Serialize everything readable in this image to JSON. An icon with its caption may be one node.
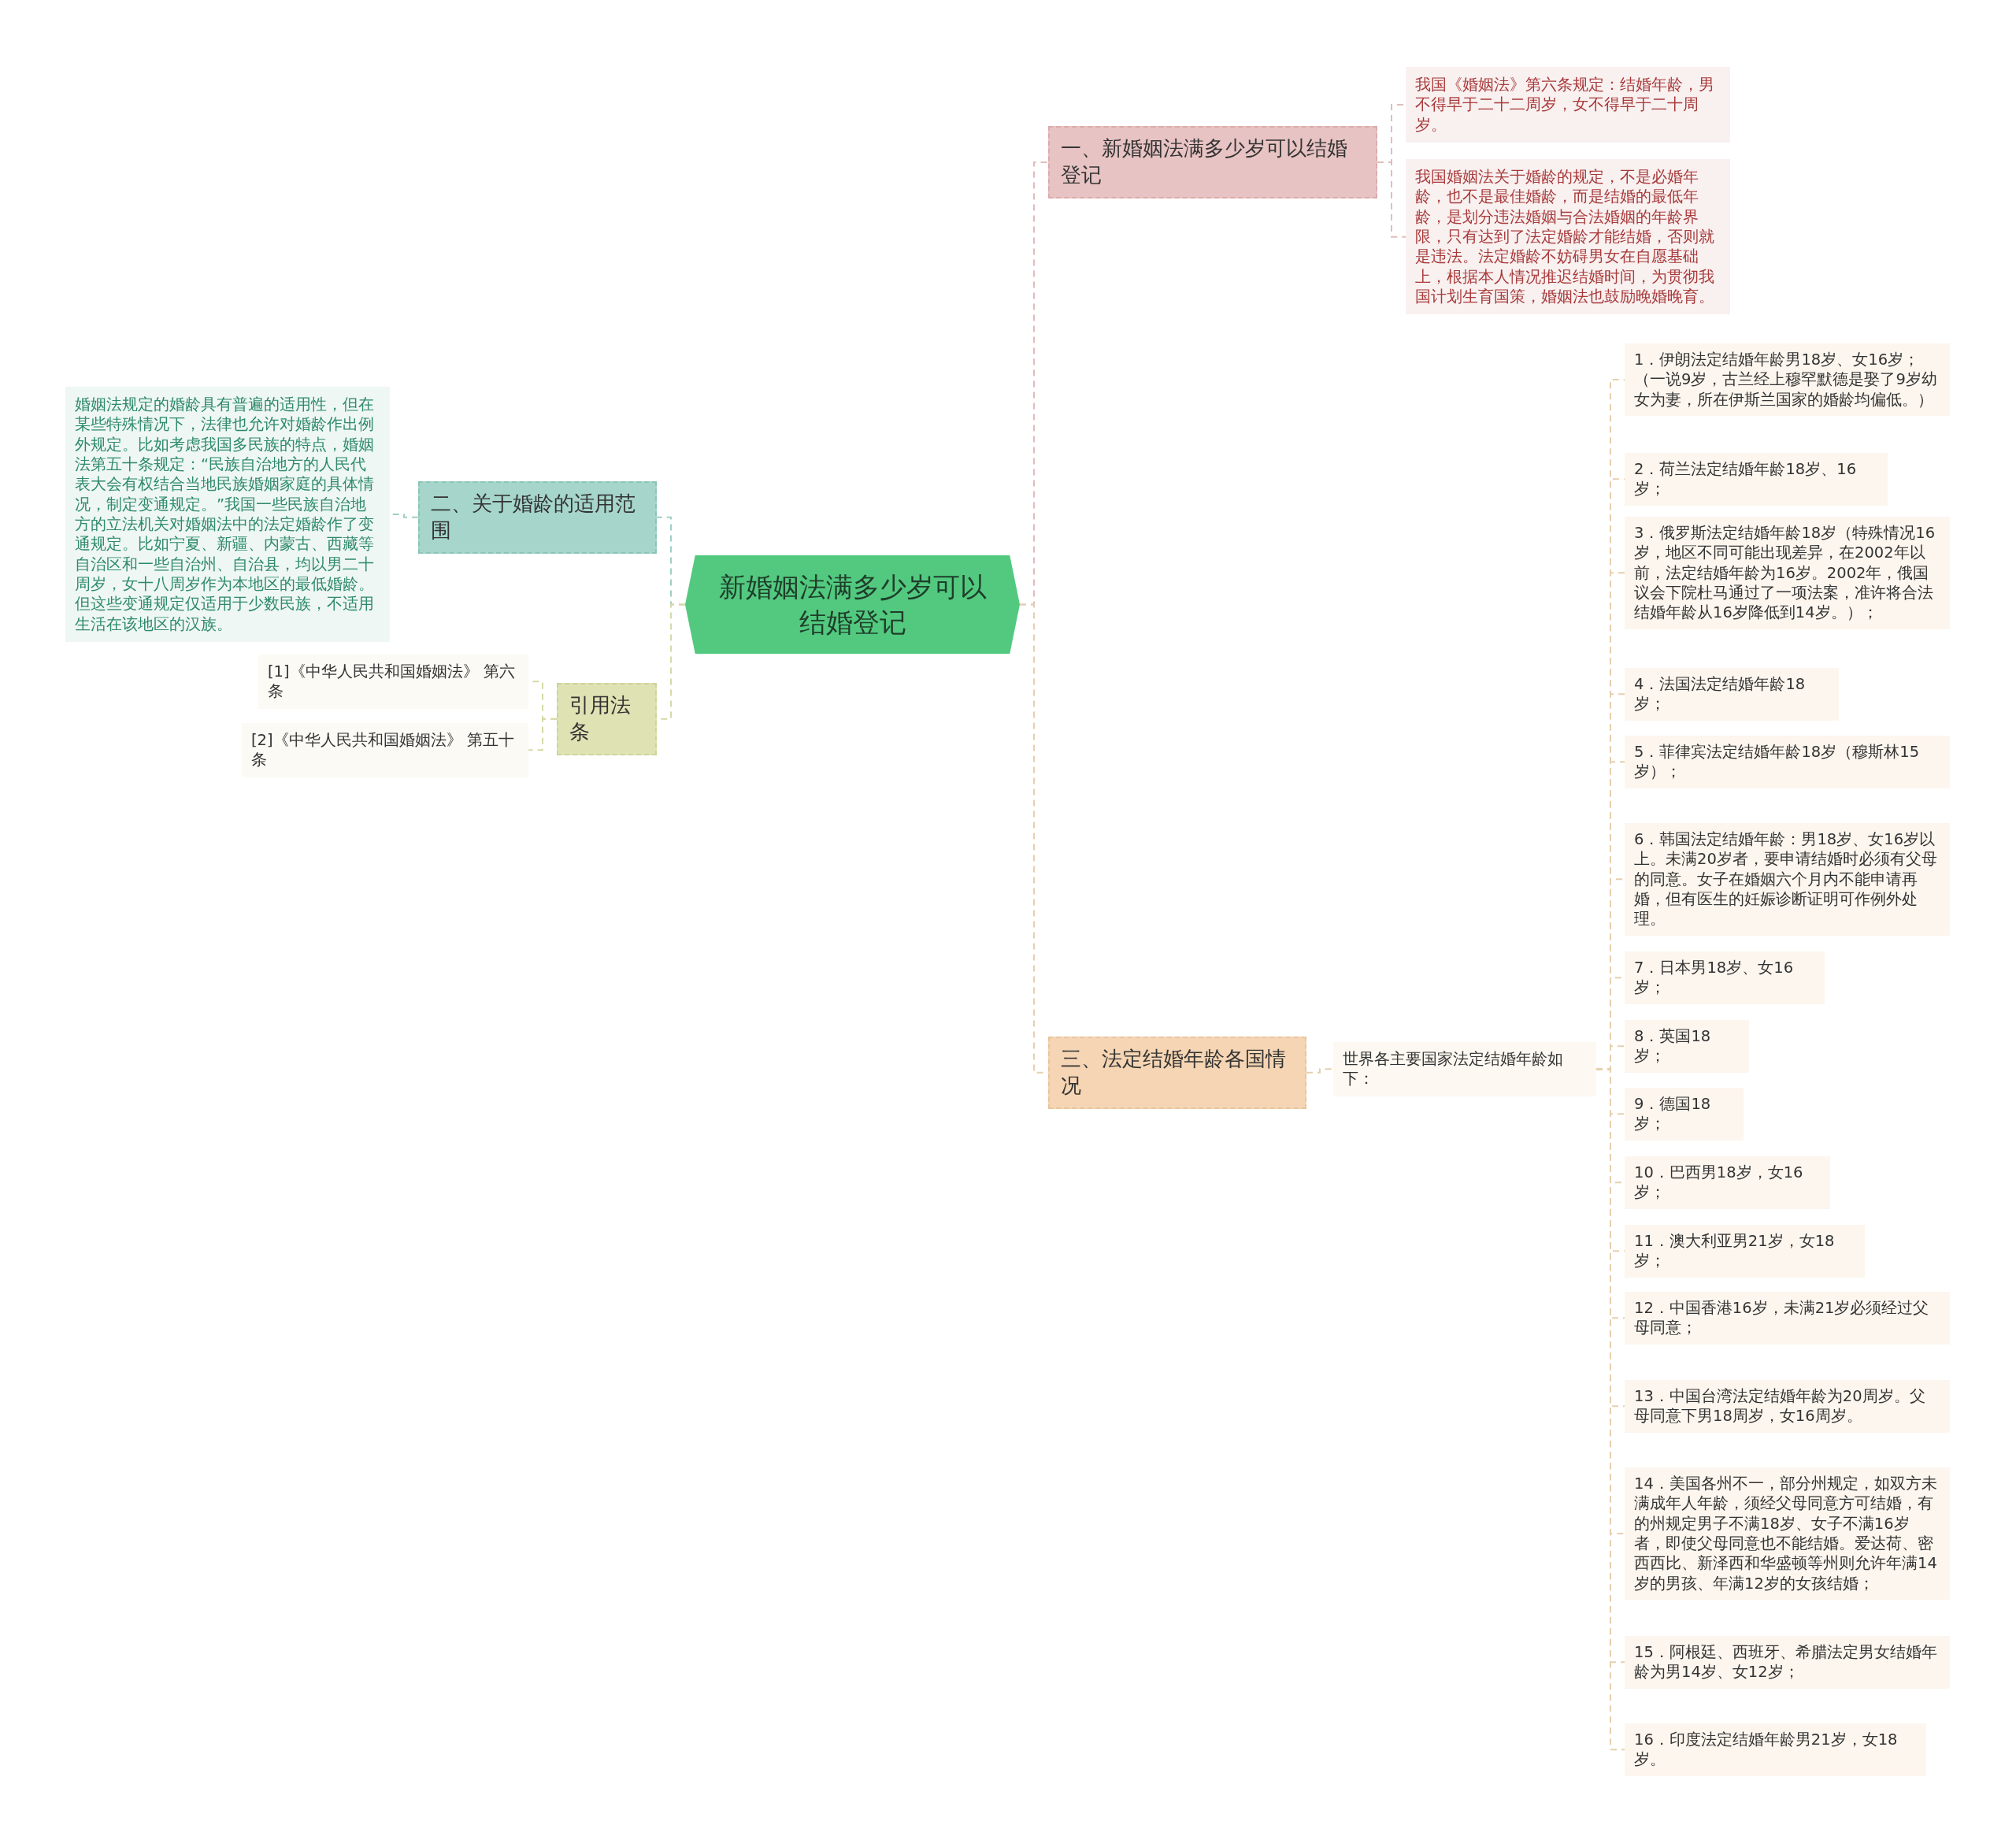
{
  "diagram": {
    "nodes": [
      {
        "text": [
          "新婚姻法满多少岁可以结婚登记"
        ]
      },
      {
        "text": [
          "一、新婚姻法满多少岁可以结婚登记"
        ]
      },
      {
        "text": [
          "我国《婚姻法》第六条规定：结婚年龄，男不得早于二十二周岁，女不得早于二十周岁。"
        ]
      },
      {
        "text": [
          "我国婚姻法关于婚龄的规定，不是必婚年龄，也不是最佳婚龄，而是结婚的最低年龄，是划分违法婚姻与合法婚姻的年龄界限，只有达到了法定婚龄才能结婚，否则就是违法。法定婚龄不妨碍男女在自愿基础上，根据本人情况推迟结婚时间，为贯彻我国计划生育国策，婚姻法也鼓励晚婚晚育。"
        ]
      },
      {
        "text": [
          "二、关于婚龄的适用范围"
        ]
      },
      {
        "text": [
          "婚姻法规定的婚龄具有普遍的适用性，但在某些特殊情况下，法律也允许对婚龄作出例外规定。比如考虑我国多民族的特点，婚姻法第五十条规定：“民族自治地方的人民代表大会有权结合当地民族婚姻家庭的具体情况，制定变通规定。”我国一些民族自治地方的立法机关对婚姻法中的法定婚龄作了变通规定。比如宁夏、新疆、内蒙古、西藏等自治区和一些自治州、自治县，均以男二十周岁，女十八周岁作为本地区的最低婚龄。但这些变通规定仅适用于少数民族，不适用生活在该地区的汉族。"
        ]
      },
      {
        "text": [
          "引用法条"
        ]
      },
      {
        "text": [
          "[1]《中华人民共和国婚姻法》 第六条"
        ]
      },
      {
        "text": [
          "[2]《中华人民共和国婚姻法》 第五十条"
        ]
      },
      {
        "text": [
          "三、法定结婚年龄各国情况"
        ]
      },
      {
        "text": [
          "世界各主要国家法定结婚年龄如下："
        ]
      },
      {
        "text": [
          "1．伊朗法定结婚年龄男18岁、女16岁；（一说9岁，古兰经上穆罕默德是娶了9岁幼女为妻，所在伊斯兰国家的婚龄均偏低。）"
        ]
      },
      {
        "text": [
          "2．荷兰法定结婚年龄18岁、16岁；"
        ]
      },
      {
        "text": [
          "3．俄罗斯法定结婚年龄18岁（特殊情况16岁，地区不同可能出现差异，在2002年以前，法定结婚年龄为16岁。2002年，俄国议会下院杜马通过了一项法案，准许将合法结婚年龄从16岁降低到14岁。）；"
        ]
      },
      {
        "text": [
          "4．法国法定结婚年龄18岁；"
        ]
      },
      {
        "text": [
          "5．菲律宾法定结婚年龄18岁（穆斯林15岁）；"
        ]
      },
      {
        "text": [
          "6．韩国法定结婚年龄：男18岁、女16岁以上。未满20岁者，要申请结婚时必须有父母的同意。女子在婚姻六个月内不能申请再婚，但有医生的妊娠诊断证明可作例外处理。"
        ]
      },
      {
        "text": [
          "7．日本男18岁、女16岁；"
        ]
      },
      {
        "text": [
          "8．英国18岁；"
        ]
      },
      {
        "text": [
          "9．德国18岁；"
        ]
      },
      {
        "text": [
          "10．巴西男18岁，女16岁；"
        ]
      },
      {
        "text": [
          "11．澳大利亚男21岁，女18岁；"
        ]
      },
      {
        "text": [
          "12．中国香港16岁，未满21岁必须经过父母同意；"
        ]
      },
      {
        "text": [
          "13．中国台湾法定结婚年龄为20周岁。父母同意下男18周岁，女16周岁。"
        ]
      },
      {
        "text": [
          "14．美国各州不一，部分州规定，如双方未满成年人年龄，须经父母同意方可结婚，有的州规定男子不满18岁、女子不满16岁者，即使父母同意也不能结婚。爱达荷、密西西比、新泽西和华盛顿等州则允许年满14岁的男孩、年满12岁的女孩结婚；"
        ]
      },
      {
        "text": [
          "15．阿根廷、西班牙、希腊法定男女结婚年龄为男14岁、女12岁；"
        ]
      },
      {
        "text": [
          "16．印度法定结婚年龄男21岁，女18岁。"
        ]
      }
    ],
    "edges": [
      {
        "from": 0,
        "to": 1,
        "arrow": "none",
        "style": "dashed",
        "color": "#e2bcbc"
      },
      {
        "from": 1,
        "to": 2,
        "arrow": "none",
        "style": "dashed",
        "color": "#e2bcbc"
      },
      {
        "from": 1,
        "to": 3,
        "arrow": "none",
        "style": "dashed",
        "color": "#e2bcbc"
      },
      {
        "from": 0,
        "to": 4,
        "arrow": "none",
        "style": "dashed",
        "color": "#9fd0c4"
      },
      {
        "from": 4,
        "to": 5,
        "arrow": "none",
        "style": "dashed",
        "color": "#9fd0c4"
      },
      {
        "from": 0,
        "to": 6,
        "arrow": "none",
        "style": "dashed",
        "color": "#d6d9a8"
      },
      {
        "from": 6,
        "to": 7,
        "arrow": "none",
        "style": "dashed",
        "color": "#d6d9a8"
      },
      {
        "from": 6,
        "to": 8,
        "arrow": "none",
        "style": "dashed",
        "color": "#d6d9a8"
      },
      {
        "from": 0,
        "to": 9,
        "arrow": "none",
        "style": "dashed"
      },
      {
        "from": 9,
        "to": 10,
        "arrow": "none",
        "style": "dashed"
      },
      {
        "from": 10,
        "to": 11,
        "arrow": "none",
        "style": "dashed"
      },
      {
        "from": 10,
        "to": 12,
        "arrow": "none",
        "style": "dashed"
      },
      {
        "from": 10,
        "to": 13,
        "arrow": "none",
        "style": "dashed"
      },
      {
        "from": 10,
        "to": 14,
        "arrow": "none",
        "style": "dashed"
      },
      {
        "from": 10,
        "to": 15,
        "arrow": "none",
        "style": "dashed"
      },
      {
        "from": 10,
        "to": 16,
        "arrow": "none",
        "style": "dashed"
      },
      {
        "from": 10,
        "to": 17,
        "arrow": "none",
        "style": "dashed"
      },
      {
        "from": 10,
        "to": 18,
        "arrow": "none",
        "style": "dashed"
      },
      {
        "from": 10,
        "to": 19,
        "arrow": "none",
        "style": "dashed"
      },
      {
        "from": 10,
        "to": 20,
        "arrow": "none",
        "style": "dashed"
      },
      {
        "from": 10,
        "to": 21,
        "arrow": "none",
        "style": "dashed"
      },
      {
        "from": 10,
        "to": 22,
        "arrow": "none",
        "style": "dashed"
      },
      {
        "from": 10,
        "to": 23,
        "arrow": "none",
        "style": "dashed"
      },
      {
        "from": 10,
        "to": 24,
        "arrow": "none",
        "style": "dashed"
      },
      {
        "from": 10,
        "to": 25,
        "arrow": "none",
        "style": "dashed"
      },
      {
        "from": 10,
        "to": 26,
        "arrow": "none",
        "style": "dashed"
      }
    ]
  }
}
